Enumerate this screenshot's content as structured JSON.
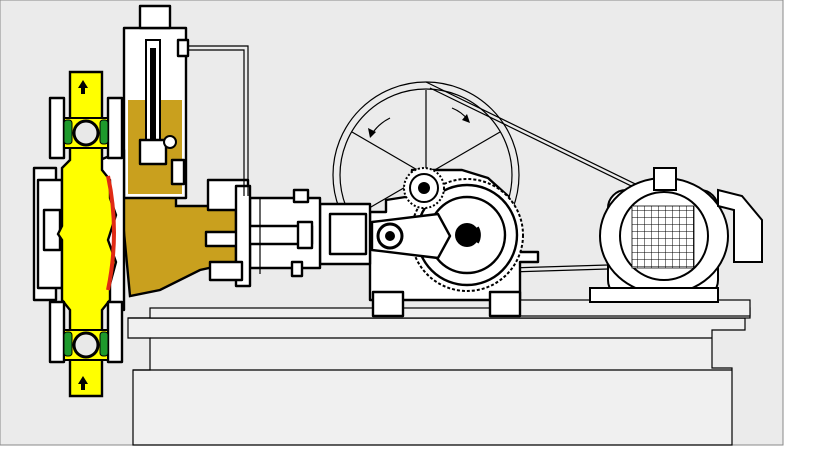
{
  "colors": {
    "background": "#ebebeb",
    "frame_border": "#8a8a8a",
    "outline": "#000000",
    "fluid": "#ffff00",
    "oil": "#c9a01e",
    "diaphragm": "#e02a14",
    "valve_seal": "#1e9a2c",
    "base_fill": "#f0f0f0",
    "motor_fill": "#ffffff"
  },
  "icons": {
    "flow_arrow_top": "arrow-up-icon",
    "flow_arrow_bottom": "arrow-up-icon",
    "rotation_arrow": "curved-arrow-icon"
  },
  "components": [
    "suction-valve",
    "discharge-valve",
    "pump-head",
    "diaphragm",
    "hydraulic-oil-chamber",
    "oil-reservoir",
    "plunger",
    "crosshead",
    "connecting-rod",
    "crankshaft",
    "pinion-gear",
    "bull-gear",
    "flywheel",
    "v-belt",
    "electric-motor",
    "baseplate"
  ]
}
